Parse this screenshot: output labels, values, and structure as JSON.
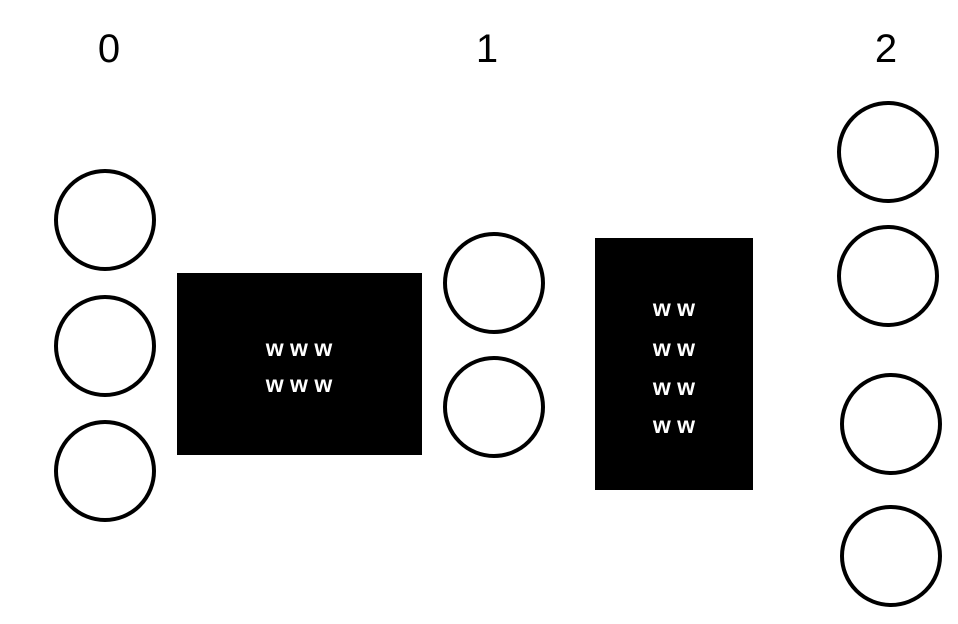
{
  "layers": [
    {
      "label": "0",
      "neurons": 3
    },
    {
      "label": "1",
      "neurons": 2
    },
    {
      "label": "2",
      "neurons": 4
    }
  ],
  "weights": [
    {
      "rows": [
        "w w w",
        "w w w"
      ]
    },
    {
      "rows": [
        "w w",
        "w w",
        "w w",
        "w w"
      ]
    }
  ],
  "colors": {
    "stroke": "#000000",
    "box": "#000000",
    "box_text": "#ffffff",
    "background": "#ffffff"
  }
}
